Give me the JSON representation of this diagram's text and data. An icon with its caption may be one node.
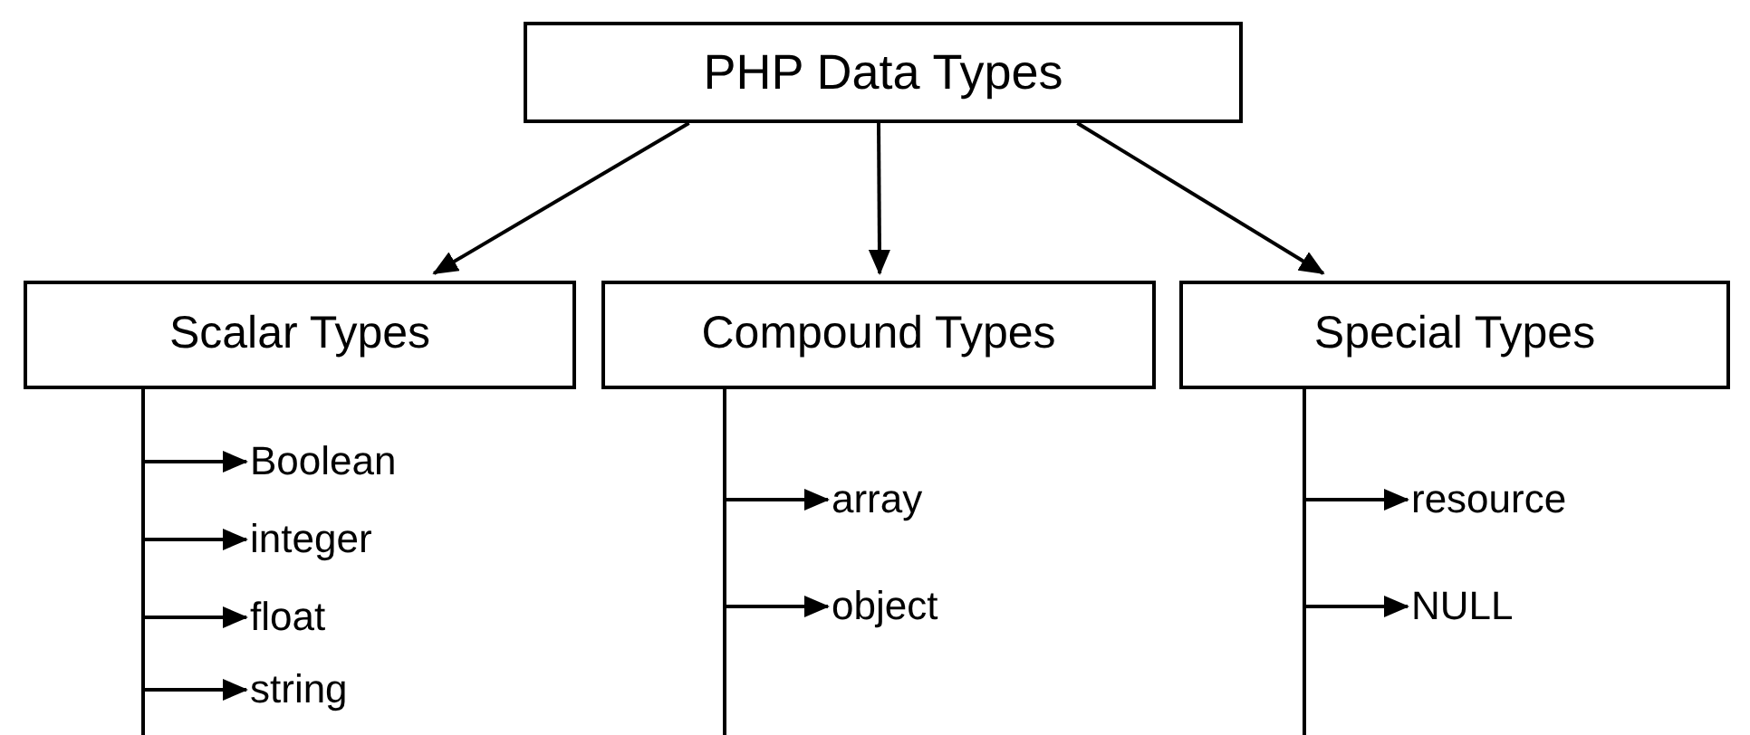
{
  "diagram": {
    "nodes": [
      {
        "text": [
          "PHP Data Types"
        ]
      },
      {
        "text": [
          "Scalar Types"
        ]
      },
      {
        "text": [
          "Compound Types"
        ]
      },
      {
        "text": [
          "Special Types"
        ]
      },
      {
        "text": [
          "Boolean"
        ]
      },
      {
        "text": [
          "integer"
        ]
      },
      {
        "text": [
          "float"
        ]
      },
      {
        "text": [
          "string"
        ]
      },
      {
        "text": [
          "array"
        ]
      },
      {
        "text": [
          "object"
        ]
      },
      {
        "text": [
          "resource"
        ]
      },
      {
        "text": [
          "NULL"
        ]
      }
    ],
    "edges": [
      {
        "from": 0,
        "to": 1,
        "arrow": "to"
      },
      {
        "from": 0,
        "to": 2,
        "arrow": "to"
      },
      {
        "from": 0,
        "to": 3,
        "arrow": "to"
      },
      {
        "from": 1,
        "to": 4,
        "arrow": "to"
      },
      {
        "from": 1,
        "to": 5,
        "arrow": "to"
      },
      {
        "from": 1,
        "to": 6,
        "arrow": "to"
      },
      {
        "from": 1,
        "to": 7,
        "arrow": "to"
      },
      {
        "from": 2,
        "to": 8,
        "arrow": "to"
      },
      {
        "from": 2,
        "to": 9,
        "arrow": "to"
      },
      {
        "from": 3,
        "to": 10,
        "arrow": "to"
      },
      {
        "from": 3,
        "to": 11,
        "arrow": "to"
      }
    ]
  }
}
